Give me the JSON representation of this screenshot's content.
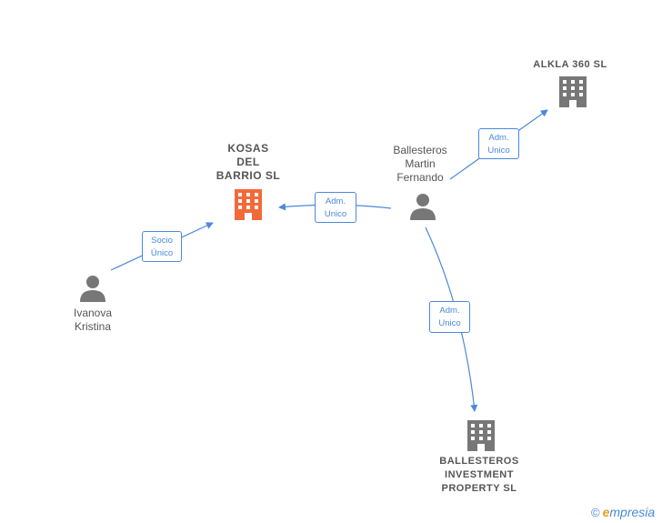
{
  "nodes": {
    "kosas": {
      "name": "KOSAS\nDEL\nBARRIO  SL",
      "icon": "building-icon",
      "color": "#f26a3a"
    },
    "alkla": {
      "name": "ALKLA 360  SL",
      "icon": "building-icon",
      "color": "#777777"
    },
    "ballesteros_inv": {
      "name": "BALLESTEROS\nINVESTMENT\nPROPERTY  SL",
      "icon": "building-icon",
      "color": "#777777"
    },
    "ballesteros_person": {
      "name": "Ballesteros\nMartin\nFernando",
      "icon": "person-icon",
      "color": "#777777"
    },
    "ivanova": {
      "name": "Ivanova\nKristina",
      "icon": "person-icon",
      "color": "#777777"
    }
  },
  "edges": [
    {
      "from": "ivanova",
      "to": "kosas",
      "label": "Socio\nÚnico"
    },
    {
      "from": "ballesteros_person",
      "to": "kosas",
      "label": "Adm.\nUnico"
    },
    {
      "from": "ballesteros_person",
      "to": "alkla",
      "label": "Adm.\nUnico"
    },
    {
      "from": "ballesteros_person",
      "to": "ballesteros_inv",
      "label": "Adm.\nUnico"
    }
  ],
  "colors": {
    "edge": "#4a89dc",
    "text": "#555555"
  },
  "brand": {
    "copyright": "©",
    "name_initial": "e",
    "name_rest": "mpresia"
  }
}
